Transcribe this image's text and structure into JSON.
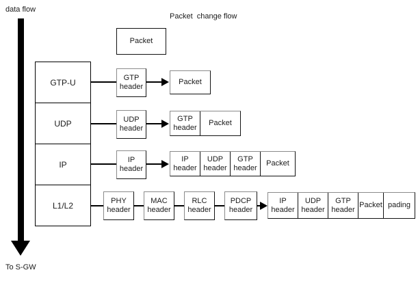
{
  "diagram": {
    "title": "Packet  change flow",
    "flow_arrow": {
      "top_label": "data flow",
      "bottom_label": "To S-GW"
    },
    "protocol_stack": {
      "name": "protocol-stack",
      "layers": [
        {
          "label": "GTP-U"
        },
        {
          "label": "UDP"
        },
        {
          "label": "IP"
        },
        {
          "label": "L1/L2"
        }
      ]
    },
    "top_packet": {
      "label": "Packet"
    },
    "rows": [
      {
        "name": "gtp-u-row",
        "layer": "GTP-U",
        "header_boxes": [
          {
            "label": "GTP\nheader"
          }
        ],
        "result_segments": [
          {
            "label": "Packet"
          }
        ]
      },
      {
        "name": "udp-row",
        "layer": "UDP",
        "header_boxes": [
          {
            "label": "UDP\nheader"
          }
        ],
        "result_segments": [
          {
            "label": "GTP\nheader"
          },
          {
            "label": "Packet"
          }
        ]
      },
      {
        "name": "ip-row",
        "layer": "IP",
        "header_boxes": [
          {
            "label": "IP\nheader"
          }
        ],
        "result_segments": [
          {
            "label": "IP\nheader"
          },
          {
            "label": "UDP\nheader"
          },
          {
            "label": "GTP\nheader"
          },
          {
            "label": "Packet"
          }
        ]
      },
      {
        "name": "l1-l2-row",
        "layer": "L1/L2",
        "header_boxes": [
          {
            "label": "PHY\nheader"
          },
          {
            "label": "MAC\nheader"
          },
          {
            "label": "RLC\nheader"
          },
          {
            "label": "PDCP\nheader"
          }
        ],
        "result_segments": [
          {
            "label": "IP\nheader"
          },
          {
            "label": "UDP\nheader"
          },
          {
            "label": "GTP\nheader"
          },
          {
            "label": "Packet"
          },
          {
            "label": "pading"
          }
        ]
      }
    ],
    "colors": {
      "stroke": "#111111",
      "shadow_stroke": "#8a8a8a",
      "text": "#1a1a1a",
      "background": "#ffffff"
    }
  }
}
